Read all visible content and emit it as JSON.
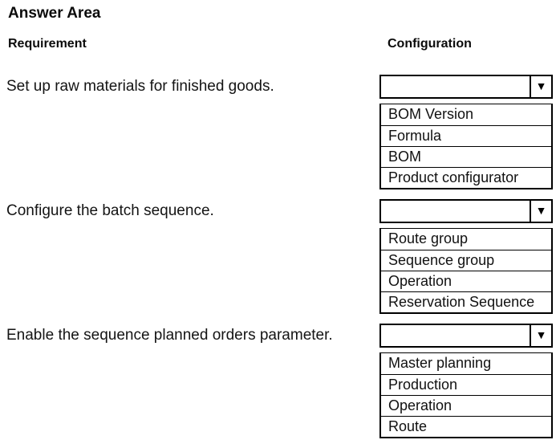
{
  "title": "Answer Area",
  "columns": {
    "requirement": "Requirement",
    "configuration": "Configuration"
  },
  "dropdown": {
    "arrow_icon": "▼",
    "selected_value": ""
  },
  "rows": [
    {
      "requirement": "Set up raw materials for finished goods.",
      "selected": "",
      "options": [
        "BOM Version",
        "Formula",
        "BOM",
        "Product configurator"
      ]
    },
    {
      "requirement": "Configure the batch sequence.",
      "selected": "",
      "options": [
        "Route group",
        "Sequence group",
        "Operation",
        "Reservation Sequence"
      ]
    },
    {
      "requirement": "Enable the sequence planned orders parameter.",
      "selected": "",
      "options": [
        "Master planning",
        "Production",
        "Operation",
        "Route"
      ]
    }
  ],
  "colors": {
    "background": "#ffffff",
    "text": "#111111",
    "border": "#000000"
  }
}
